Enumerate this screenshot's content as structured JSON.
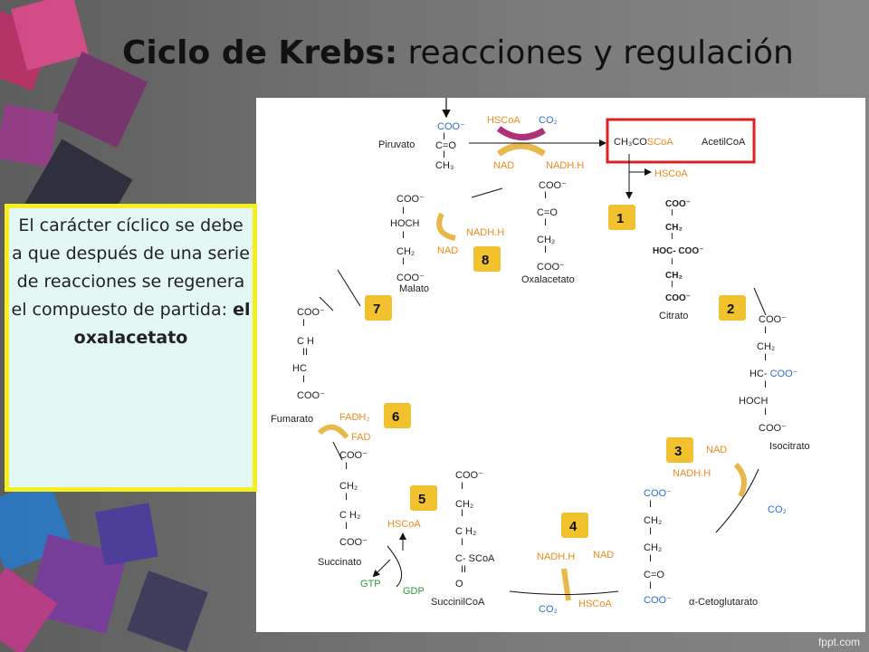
{
  "title": {
    "bold": "Ciclo de Krebs:",
    "rest": "reacciones y regulación"
  },
  "callout": {
    "text": "El carácter cíclico se debe a que después de una serie de reacciones se regenera el compuesto de partida:",
    "highlight": "el oxalacetato"
  },
  "footer": "fppt.com",
  "colors": {
    "orange": "#f0891e",
    "blue": "#2a6fd0",
    "green": "#2e9b3a",
    "highlight_box": "#e02020",
    "step_badge": "#f2c22e"
  },
  "diagram": {
    "steps": [
      "1",
      "2",
      "3",
      "4",
      "5",
      "6",
      "7",
      "8"
    ],
    "compounds": {
      "piruvato": "Piruvato",
      "acetilcoa": "AcetilCoA",
      "citrato": "Citrato",
      "isocitrato": "Isocitrato",
      "cetoglutarato": "α-Cetoglutarato",
      "succinilcoa": "SuccinilCoA",
      "succinato": "Succinato",
      "fumarato": "Fumarato",
      "malato": "Malato",
      "oxalacetato": "Oxalacetato"
    },
    "cofactors": {
      "hscoa_top": "HSCoA",
      "co2_top": "CO₂",
      "nad_top": "NAD",
      "nadhh_top": "NADH.H",
      "hscoa_release": "HSCoA",
      "nad_3": "NAD",
      "nadhh_3": "NADH.H",
      "co2_3": "CO₂",
      "nadhh_4": "NADH.H",
      "nad_4": "NAD",
      "co2_4": "CO₂",
      "hscoa_4": "HSCoA",
      "hscoa_5": "HSCoA",
      "gtp_5": "GTP",
      "gdp_5": "GDP",
      "fadh2_6": "FADH₂",
      "fad_6": "FAD",
      "nadhh_8": "NADH.H",
      "nad_8": "NAD"
    }
  }
}
